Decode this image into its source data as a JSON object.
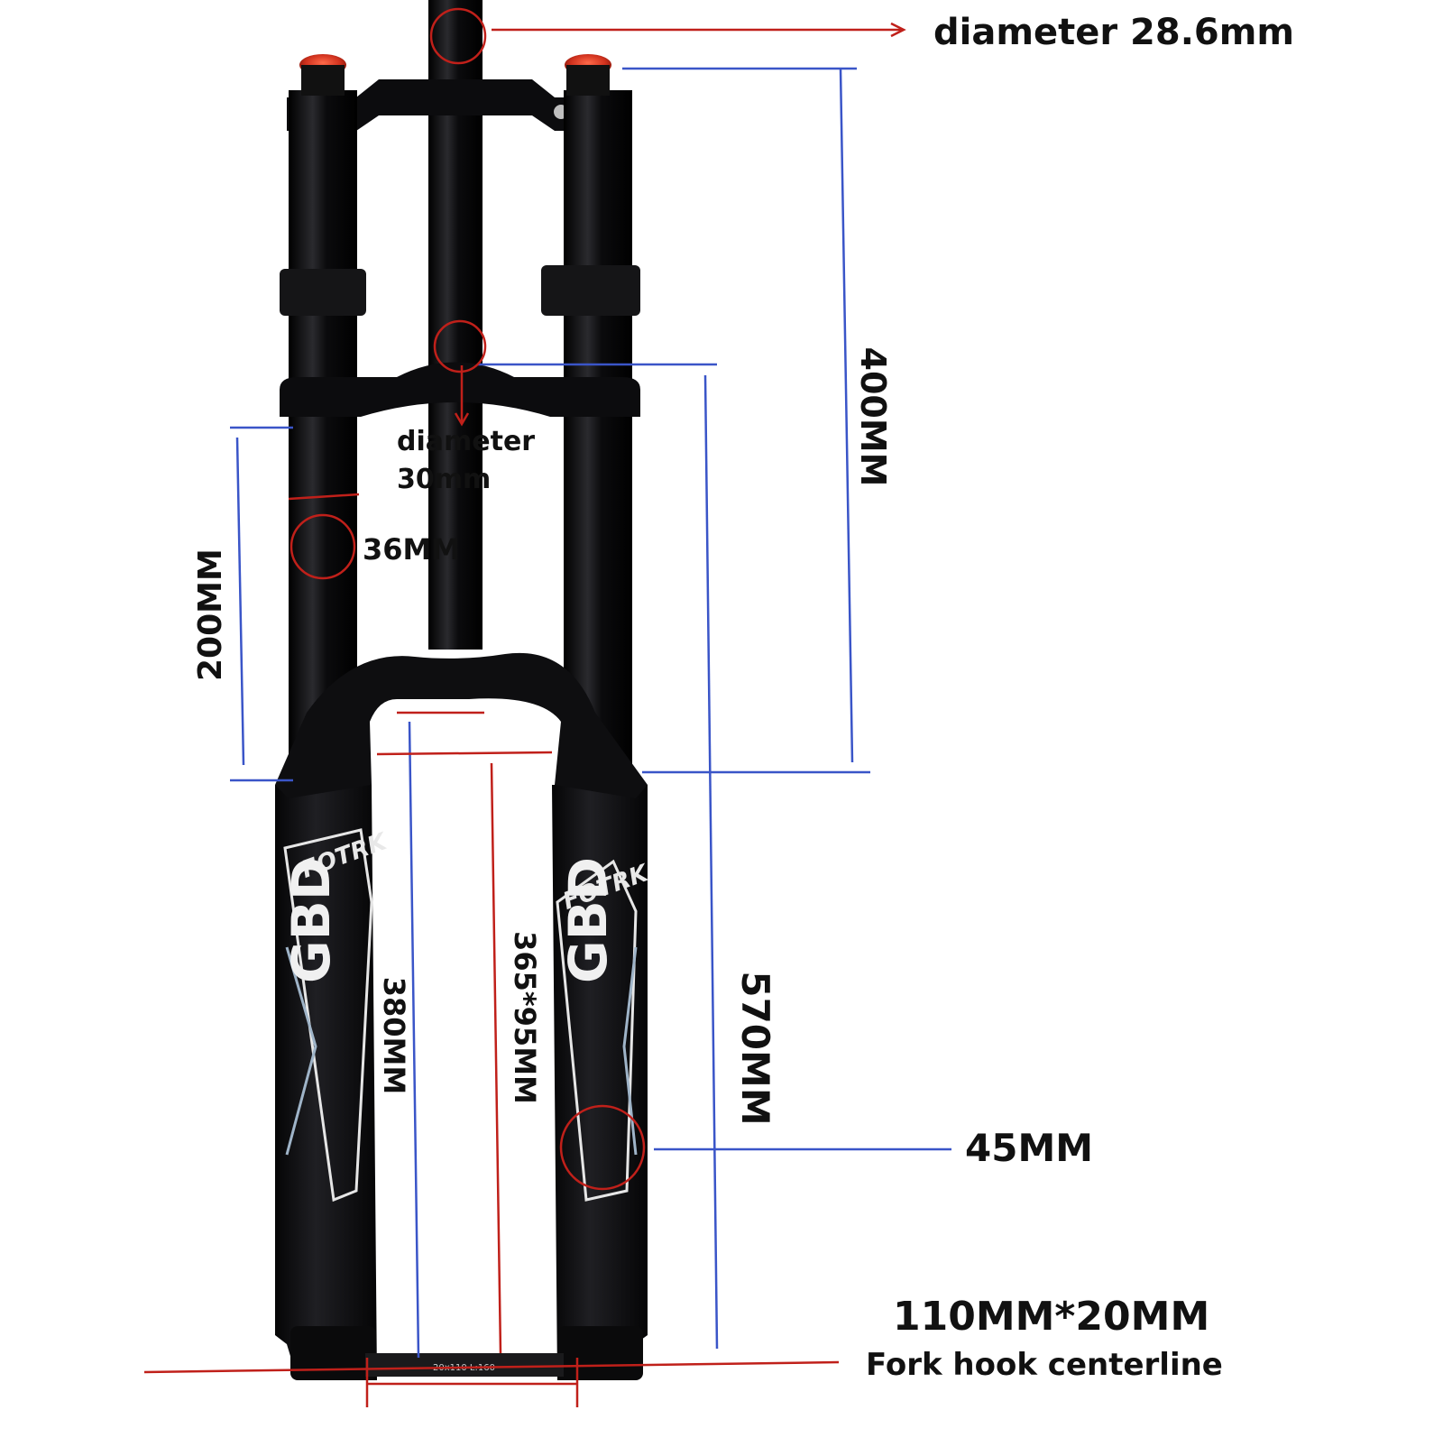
{
  "labels": {
    "steerer_top": "diameter 28.6mm",
    "steerer_bottom_line1": "diameter",
    "steerer_bottom_line2": "30mm",
    "stanchion": "36MM",
    "length_200": "200MM",
    "length_400": "400MM",
    "length_380": "380MM",
    "length_365": "365*95MM",
    "length_570": "570MM",
    "lower_leg": "45MM",
    "axle_size": "110MM*20MM",
    "axle_caption": "Fork hook centerline"
  },
  "brand": {
    "logo_left": "FOTRK",
    "logo_right": "FOTRK",
    "model": "GBD",
    "axle_marking": "20x110 L:160"
  },
  "colors": {
    "background": "#ffffff",
    "fork_black": "#0d0d0f",
    "cap_red": "#d1321e",
    "dimension_blue": "#3a55c8",
    "dimension_red": "#c0201a",
    "label_text": "#111111"
  }
}
